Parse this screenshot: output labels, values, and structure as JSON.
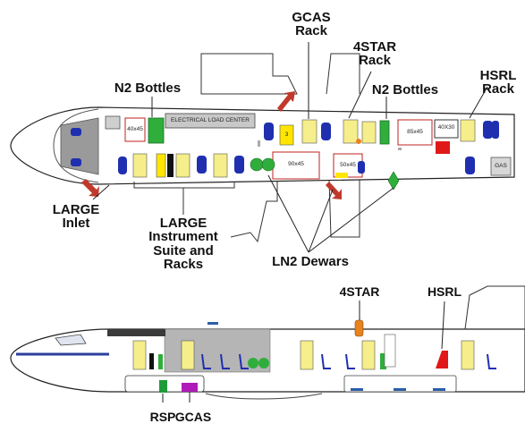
{
  "labels": {
    "gcas_rack_top": [
      "GCAS",
      "Rack"
    ],
    "fourstar_rack_top": [
      "4STAR",
      "Rack"
    ],
    "hsrl_rack_top": [
      "HSRL",
      "Rack"
    ],
    "n2_bottles_left": "N2 Bottles",
    "n2_bottles_right": "N2 Bottles",
    "large_inlet": [
      "LARGE",
      "Inlet"
    ],
    "large_instrument": [
      "LARGE",
      "Instrument",
      "Suite and",
      "Racks"
    ],
    "ln2_dewars": "LN2 Dewars",
    "fourstar_side": "4STAR",
    "hsrl_side": "HSRL",
    "rsp": "RSP",
    "gcas_side": "GCAS"
  },
  "box_labels": {
    "electrical_load_center": "ELECTRICAL LOAD CENTER",
    "box_40x45": "40x45",
    "box_90x45": "90x45",
    "box_50x45": "50x45",
    "box_85x45": "85x45",
    "box_40x30": "40X30",
    "gas_tag": "GAS",
    "rack_number": "3"
  },
  "colors": {
    "seat_blue": "#1f2fb0",
    "rack_yellow": "#f5ee8a",
    "rack_yellow_bright": "#ffe500",
    "bottle_green": "#2fae3c",
    "arrow_red": "#c0392b",
    "hsrl_red": "#e01818",
    "fourstar_orange": "#e8821e",
    "gcas_magenta": "#b01ab8",
    "rsp_green": "#1e9a3a",
    "stripe_blue": "#2b3f9e",
    "gray_panel": "#b5b5b5"
  }
}
